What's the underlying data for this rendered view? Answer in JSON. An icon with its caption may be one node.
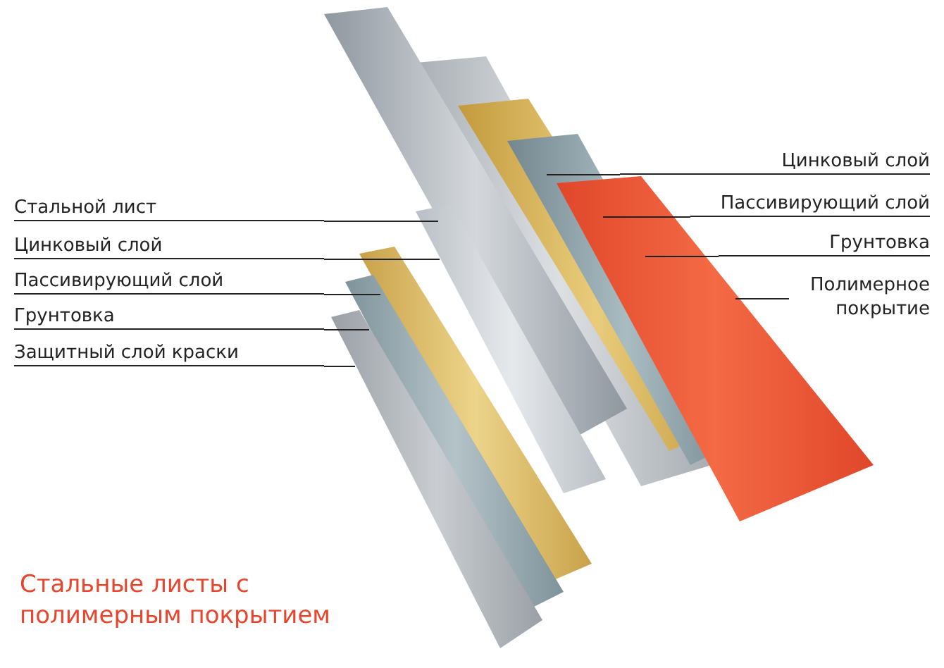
{
  "diagram": {
    "caption": "Стальные листы с полимерным покрытием",
    "nodes": [
      {
        "text": [
          "Стальной лист"
        ]
      },
      {
        "text": [
          "Цинковый слой"
        ]
      },
      {
        "text": [
          "Пассивирующий слой"
        ]
      },
      {
        "text": [
          "Грунтовка"
        ]
      },
      {
        "text": [
          "Защитный слой краски"
        ]
      },
      {
        "text": [
          "Цинковый слой"
        ]
      },
      {
        "text": [
          "Пассивирующий слой"
        ]
      },
      {
        "text": [
          "Грунтовка"
        ]
      },
      {
        "text": [
          "Полимерное покрытие"
        ]
      },
      {
        "text": [],
        "shape": "bar"
      },
      {
        "text": [],
        "shape": "bar"
      },
      {
        "text": [],
        "shape": "bar"
      },
      {
        "text": [],
        "shape": "bar"
      },
      {
        "text": [],
        "shape": "bar"
      },
      {
        "text": [],
        "shape": "bar"
      },
      {
        "text": [],
        "shape": "bar"
      },
      {
        "text": [],
        "shape": "bar"
      },
      {
        "text": [],
        "shape": "bar"
      }
    ],
    "edges": [
      {
        "from": 0,
        "to": 13,
        "arrow": "none"
      },
      {
        "from": 1,
        "to": 12,
        "arrow": "none"
      },
      {
        "from": 2,
        "to": 11,
        "arrow": "none"
      },
      {
        "from": 3,
        "to": 10,
        "arrow": "none"
      },
      {
        "from": 4,
        "to": 9,
        "arrow": "none"
      },
      {
        "from": 5,
        "to": 14,
        "arrow": "none"
      },
      {
        "from": 6,
        "to": 15,
        "arrow": "none"
      },
      {
        "from": 7,
        "to": 16,
        "arrow": "none"
      },
      {
        "from": 8,
        "to": 17,
        "arrow": "none"
      }
    ]
  }
}
